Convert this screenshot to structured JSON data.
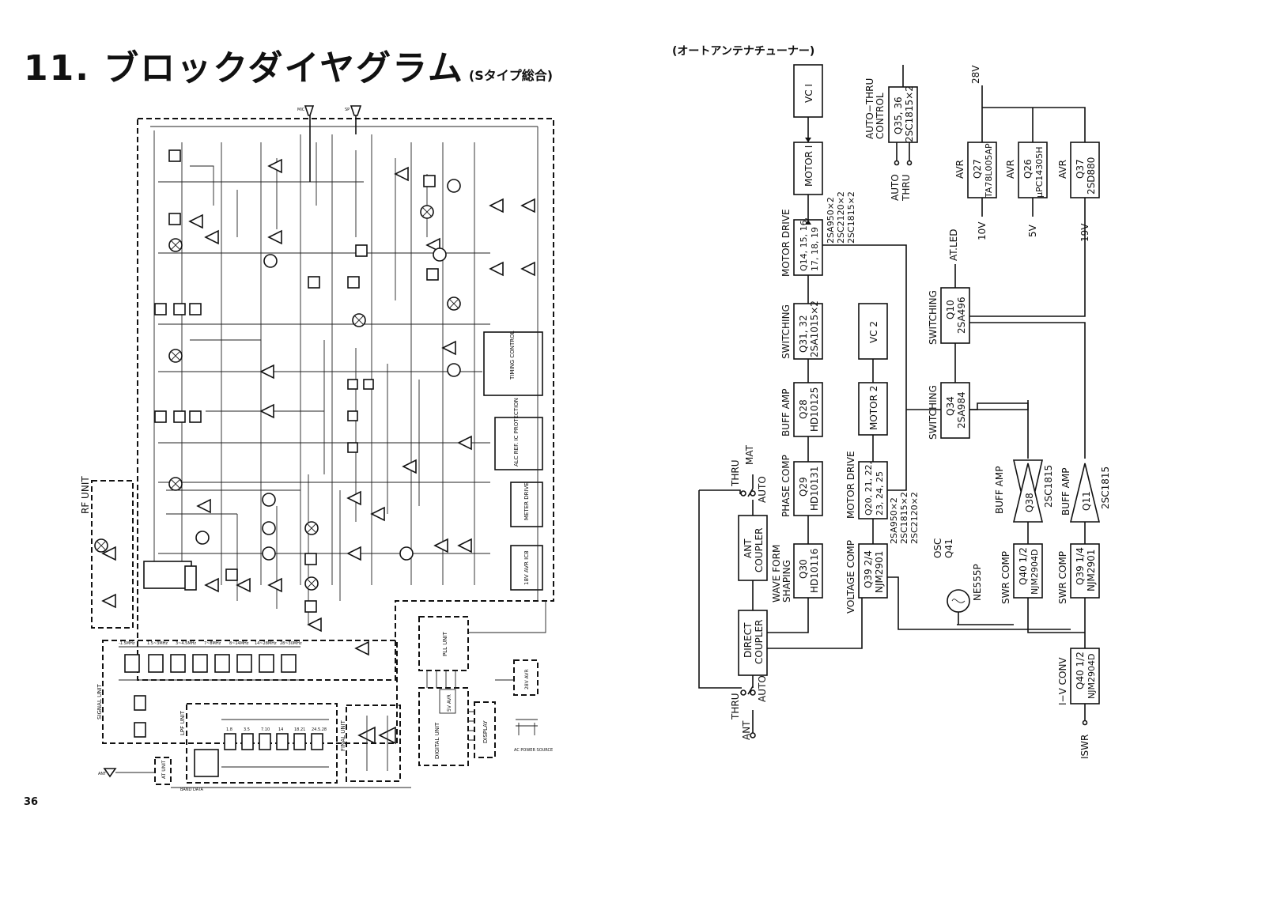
{
  "page": {
    "title": "11. ブロックダイヤグラム",
    "subtitle": "(Sタイプ総合)",
    "page_number": "36"
  },
  "left": {
    "units": {
      "rf": "RF UNIT",
      "signal": "SIGNAL UNIT",
      "lpf": "LPF UNIT",
      "final": "FINAL UNIT",
      "at": "AT UNIT",
      "pll": "PLL UNIT",
      "digital": "DIGITAL UNIT",
      "display": "DISPLAY",
      "avr5": "5V AVR",
      "avr28": "28V AVR",
      "avr18": "18V AVR IC8",
      "meter": "METER DRIVE",
      "alc": "ALC REF. IC PROTECTION",
      "timing": "TIMING CONTROL",
      "ant": "ANT",
      "band_data": "BAND DATA",
      "ac": "AC POWER SOURCE",
      "mic": "MIC",
      "sp": "SP"
    },
    "lpf_bands": [
      "1.8",
      "3.5",
      "7.10",
      "14",
      "18.21",
      "24.5.28"
    ],
    "bpf_bands": [
      "-1.5MHz",
      "1.5~3MHz",
      "3~4.5MHz",
      "7~8MHz",
      "8~14MHz",
      "14~28MHz",
      "28~30MHz"
    ]
  },
  "right": {
    "header": "(オートアンテナチューナー)",
    "blocks": {
      "vc1": {
        "label": "VC I"
      },
      "motor1": {
        "label": "MOTOR I"
      },
      "md1": {
        "line1": "Q14, 15, 16,",
        "line2": "17, 18, 19",
        "side": "MOTOR DRIVE",
        "parts1": "2SA950×2",
        "parts2": "2SC2120×2",
        "parts3": "2SC1815×2"
      },
      "sw1": {
        "line1": "Q31, 32",
        "line2": "2SA1015×2",
        "side": "SWITCHING"
      },
      "q28": {
        "line1": "Q28",
        "line2": "HD10125",
        "side": "BUFF AMP"
      },
      "q29": {
        "line1": "Q29",
        "line2": "HD10131",
        "side": "PHASE COMP"
      },
      "q30": {
        "line1": "Q30",
        "line2": "HD10116",
        "side1": "WAVE FORM",
        "side2": "SHAPING"
      },
      "ant_coupler": {
        "line1": "ANT",
        "line2": "COUPLER"
      },
      "direct_coupler": {
        "line1": "DIRECT",
        "line2": "COUPLER"
      },
      "vc2": {
        "label": "VC 2"
      },
      "motor2": {
        "label": "MOTOR 2"
      },
      "md2": {
        "line1": "Q20, 21, 22,",
        "line2": "23, 24, 25",
        "side": "MOTOR DRIVE",
        "parts1": "2SA950×2",
        "parts2": "2SC1815×2",
        "parts3": "2SC2120×2"
      },
      "q39a": {
        "line1": "Q39 2/4",
        "line2": "NJM2901",
        "side": "VOLTAGE COMP"
      },
      "q3536": {
        "line1": "Q35, 36",
        "line2": "2SC1815×2",
        "side1": "AUTO−THRU",
        "side2": "CONTROL",
        "in1": "AUTO",
        "in2": "THRU"
      },
      "q27": {
        "line1": "Q27",
        "line2": "TA78L005AP",
        "side": "AVR",
        "out": "10V"
      },
      "q26": {
        "line1": "Q26",
        "line2": "μPC14305H",
        "side": "AVR",
        "out": "5V"
      },
      "q37": {
        "line1": "Q37",
        "line2": "2SD880",
        "side": "AVR",
        "out": "19V"
      },
      "q10": {
        "line1": "Q10",
        "line2": "2SA496",
        "side": "SWITCHING"
      },
      "q34": {
        "line1": "Q34",
        "line2": "2SA984",
        "side": "SWITCHING"
      },
      "q38": {
        "label": "Q38",
        "side": "BUFF AMP",
        "part": "2SC1815"
      },
      "q11": {
        "label": "Q11",
        "side": "BUFF AMP",
        "part": "2SC1815"
      },
      "q40a": {
        "line1": "Q40 1/2",
        "line2": "NJM2904D",
        "side": "SWR COMP"
      },
      "q39b": {
        "line1": "Q39 1/4",
        "line2": "NJM2901",
        "side": "SWR COMP"
      },
      "q40b": {
        "line1": "Q40 1/2",
        "line2": "NJM2904D",
        "side": "I−V CONV"
      },
      "osc": {
        "line1": "OSC",
        "line2": "Q41",
        "part": "NE555P"
      }
    },
    "labels": {
      "v28": "28V",
      "atled": "AT.LED",
      "iswr": "ISWR",
      "mat": "MAT",
      "thru": "THRU",
      "auto": "AUTO",
      "ant": "ANT"
    }
  }
}
